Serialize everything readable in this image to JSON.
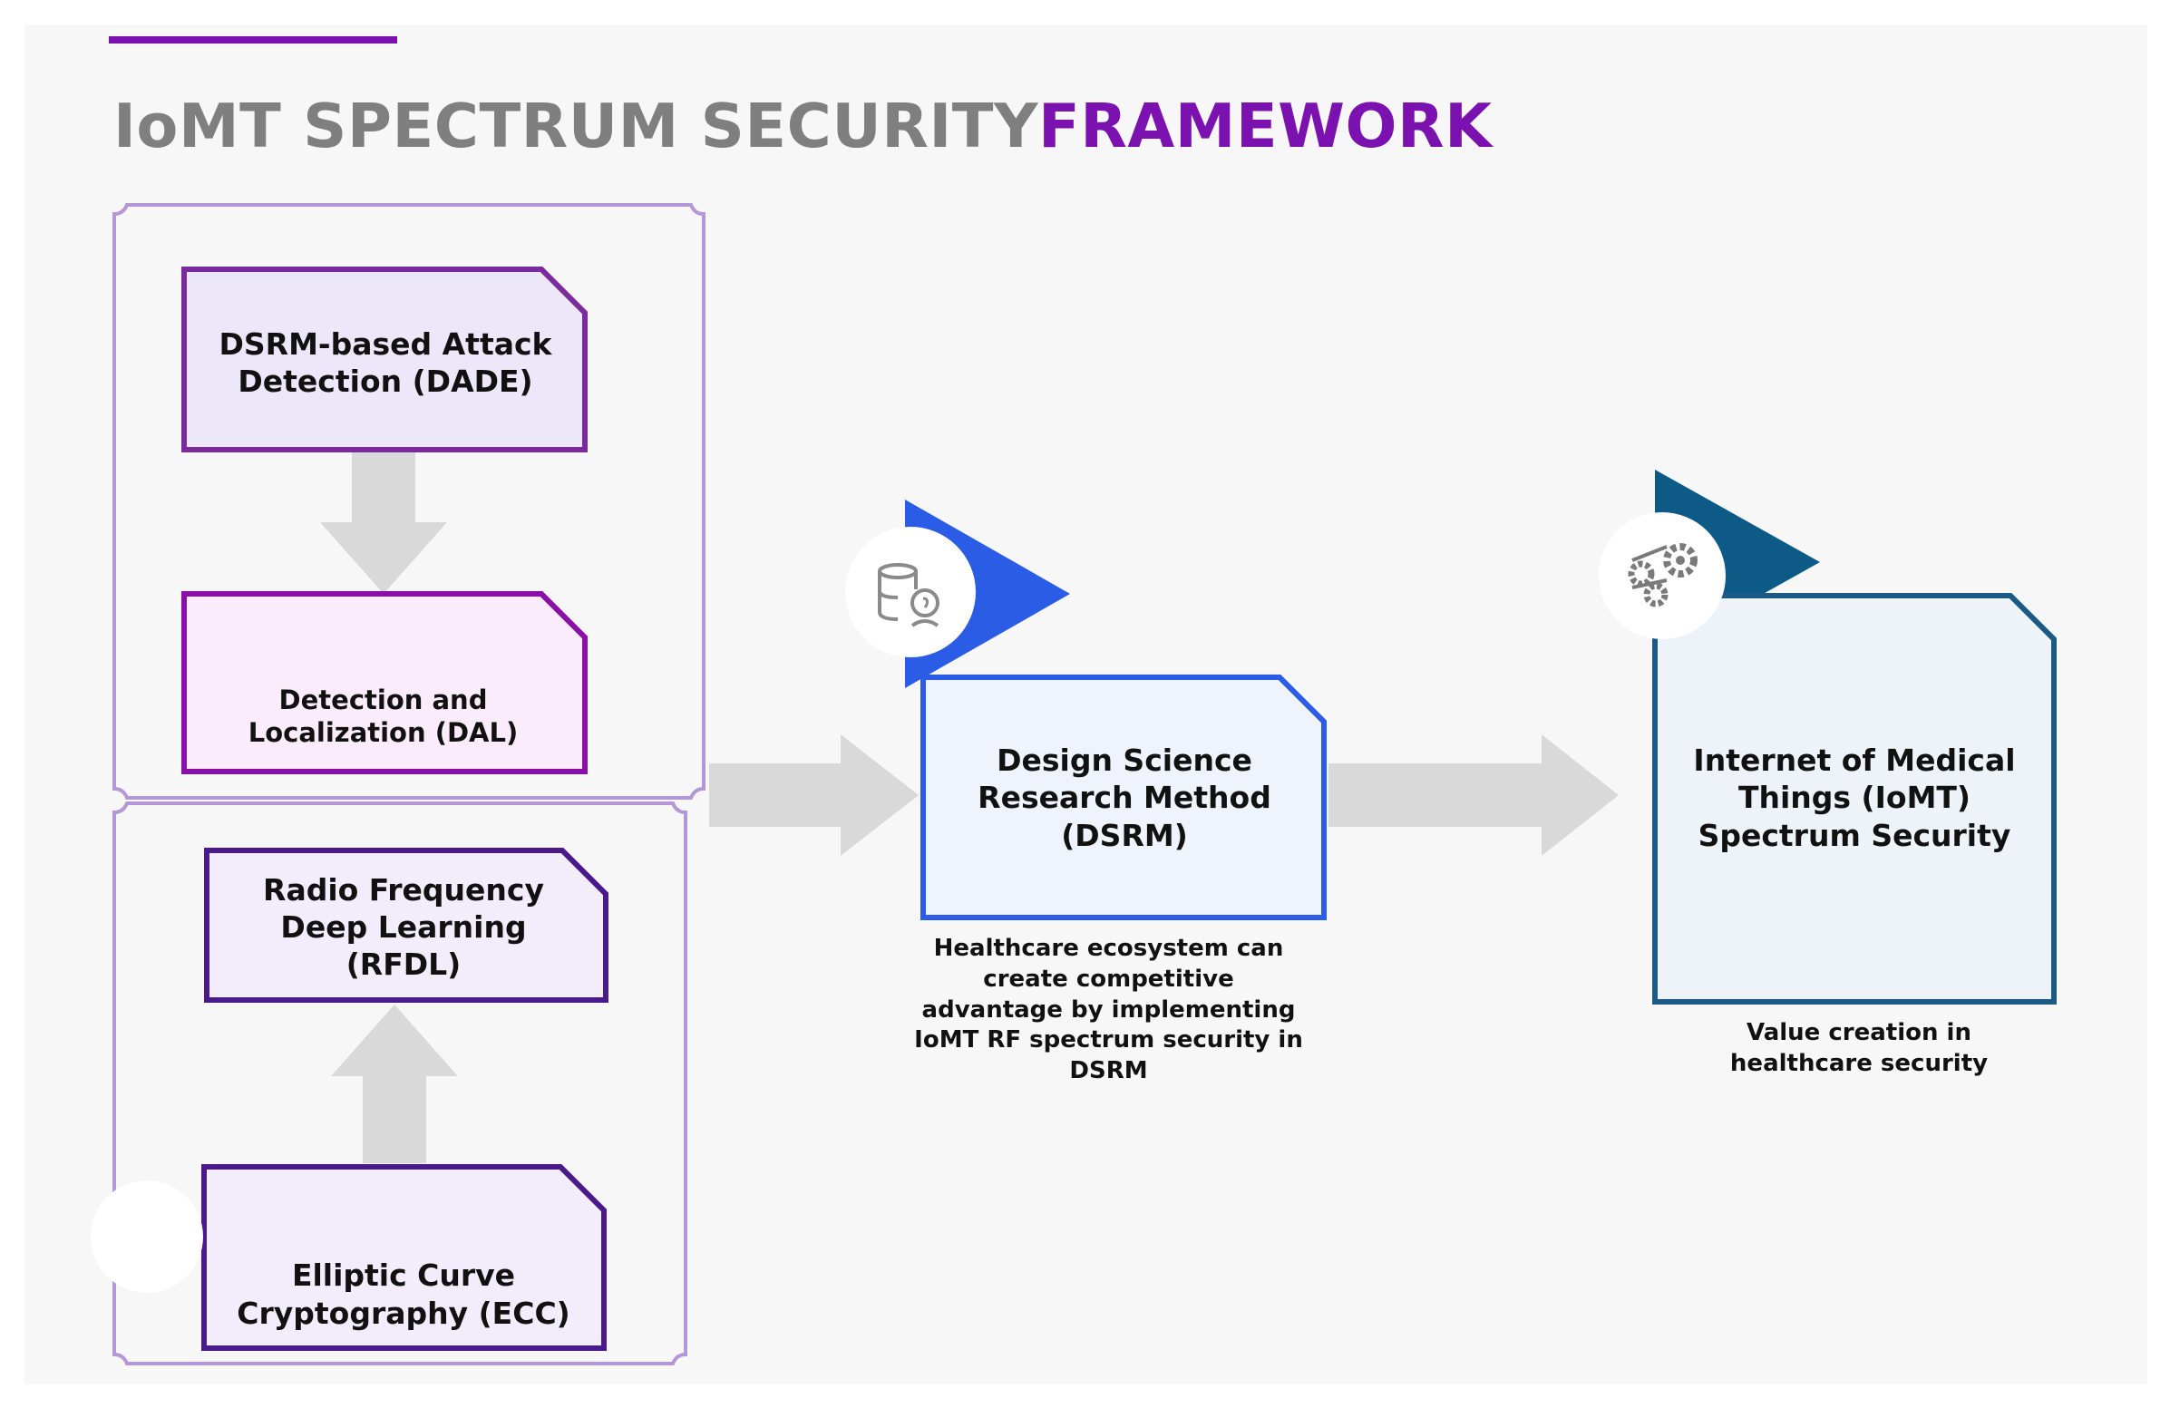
{
  "title": {
    "part1": "IoMT SPECTRUM SECURITY",
    "part2": "FRAMEWORK"
  },
  "boxes": {
    "dade": "DSRM-based Attack Detection (DADE)",
    "dal": "Detection and Localization (DAL)",
    "rfdl": "Radio Frequency Deep Learning (RFDL)",
    "ecc": "Elliptic Curve Cryptography (ECC)",
    "dsrm": "Design Science Research Method (DSRM)",
    "iomt": "Internet of Medical Things (IoMT) Spectrum Security"
  },
  "captions": {
    "dsrm": "Healthcare ecosystem can create competitive advantage by implementing IoMT RF spectrum security in DSRM",
    "iomt": "Value creation in healthcare security"
  },
  "icons": {
    "dsrm": "database-user-icon",
    "iomt": "gears-icon"
  },
  "colors": {
    "title_gray": "#7f7f7f",
    "title_purple": "#7b12b0",
    "group_border": "#b497d6",
    "arrow_gray": "#d9d9d9",
    "dade_border": "#7a2a9c",
    "dade_fill": "#ede8f9",
    "dal_border": "#8a0fa6",
    "dal_fill": "#fbecfb",
    "rfdl_border": "#4a1a8c",
    "rfdl_fill": "#f3ecfb",
    "dsrm_blue": "#2b5ce6",
    "dsrm_fill": "#eef3fc",
    "iomt_blue": "#1b5a85",
    "iomt_flag": "#0d5a86",
    "iomt_fill": "#eef3fa"
  }
}
